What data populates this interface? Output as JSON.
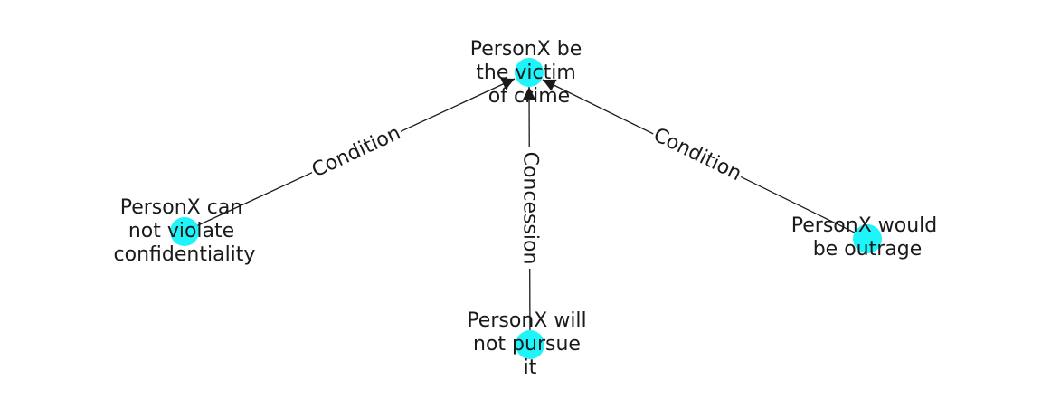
{
  "colors": {
    "node": "#1ff4fb",
    "edge": "#1a1a1a",
    "text": "#1a1a1a",
    "background": "#ffffff"
  },
  "nodes": [
    {
      "id": "victim",
      "lines": [
        "PersonX be",
        "the victim",
        "of crime"
      ]
    },
    {
      "id": "confidentiality",
      "lines": [
        "PersonX can",
        "not violate",
        "confidentiality"
      ]
    },
    {
      "id": "pursue",
      "lines": [
        "PersonX will",
        "not pursue",
        "it"
      ]
    },
    {
      "id": "outrage",
      "lines": [
        "PersonX would",
        "be outrage"
      ]
    }
  ],
  "edges": [
    {
      "source": "confidentiality",
      "target": "victim",
      "label": "Condition"
    },
    {
      "source": "pursue",
      "target": "victim",
      "label": "Concession"
    },
    {
      "source": "outrage",
      "target": "victim",
      "label": "Condition"
    }
  ]
}
